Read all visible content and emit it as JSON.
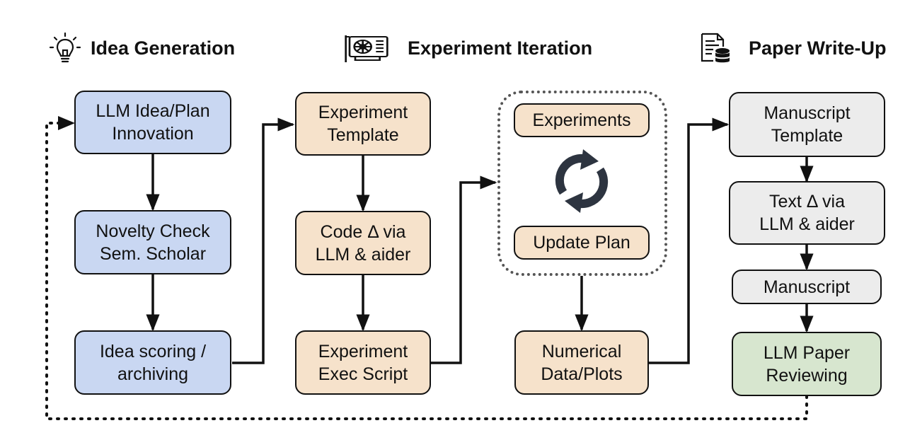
{
  "headings": {
    "idea": "Idea Generation",
    "experiment": "Experiment Iteration",
    "paper": "Paper Write-Up"
  },
  "boxes": {
    "idea_plan": "LLM Idea/Plan\nInnovation",
    "novelty": "Novelty Check\nSem. Scholar",
    "scoring": "Idea scoring /\narchiving",
    "exp_template": "Experiment\nTemplate",
    "code_delta": "Code Δ via\nLLM & aider",
    "exec_script": "Experiment\nExec Script",
    "experiments": "Experiments",
    "update_plan": "Update Plan",
    "numerical": "Numerical\nData/Plots",
    "manuscript_template": "Manuscript\nTemplate",
    "text_delta": "Text Δ via\nLLM & aider",
    "manuscript": "Manuscript",
    "reviewing": "LLM Paper\nReviewing"
  },
  "icons": {
    "idea": "lightbulb-icon",
    "experiment": "gpu-card-icon",
    "paper": "document-database-icon",
    "loop": "refresh-cycle-icon"
  },
  "colors": {
    "idea_fill": "#c9d7f2",
    "experiment_fill": "#f6e2cb",
    "paper_fill": "#ececec",
    "review_fill": "#d7e6cf"
  }
}
